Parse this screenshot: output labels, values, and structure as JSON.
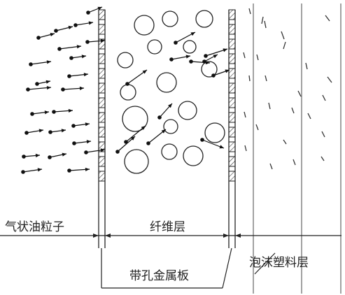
{
  "labels": {
    "oil_particles": "气状油粒子",
    "fiber_layer": "纤维层",
    "perforated_plate": "带孔金属板",
    "foam_layer": "泡沫塑料层"
  }
}
